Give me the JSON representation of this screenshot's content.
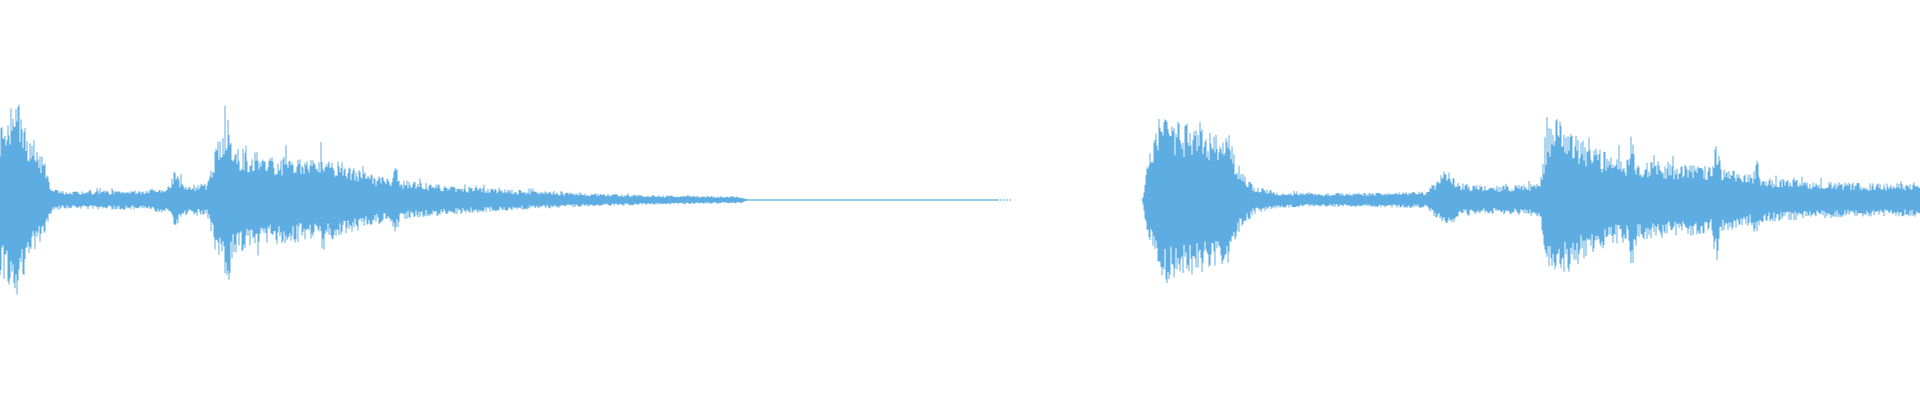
{
  "waveform": {
    "color": "#5dade2",
    "silence_color": "#5dade2",
    "segments": [
      {
        "label": "",
        "envelope": [
          [
            0,
            0.55
          ],
          [
            0.6,
            0.62
          ],
          [
            0.9,
            0.78
          ],
          [
            1.2,
            0.52
          ],
          [
            1.7,
            0.38
          ],
          [
            2.3,
            0.3
          ],
          [
            2.7,
            0.08
          ],
          [
            3.5,
            0.06
          ],
          [
            5.0,
            0.07
          ],
          [
            7.5,
            0.07
          ],
          [
            8.8,
            0.1
          ],
          [
            9.1,
            0.22
          ],
          [
            9.6,
            0.11
          ],
          [
            10.8,
            0.12
          ],
          [
            11.2,
            0.36
          ],
          [
            11.7,
            0.55
          ],
          [
            12.2,
            0.4
          ],
          [
            13.5,
            0.3
          ],
          [
            15.0,
            0.32
          ],
          [
            16.5,
            0.28
          ],
          [
            17.5,
            0.3
          ],
          [
            18.2,
            0.24
          ],
          [
            19.5,
            0.18
          ],
          [
            21.0,
            0.14
          ],
          [
            23.0,
            0.11
          ],
          [
            26.0,
            0.08
          ],
          [
            30.0,
            0.05
          ],
          [
            34.0,
            0.035
          ],
          [
            38.5,
            0.025
          ],
          [
            39.0,
            0.004
          ],
          [
            52.0,
            0.003
          ]
        ],
        "peaks": [
          [
            0.7,
            0.72
          ],
          [
            1.2,
            0.55
          ],
          [
            2.1,
            0.3
          ],
          [
            11.9,
            0.62
          ],
          [
            13.4,
            0.42
          ],
          [
            16.8,
            0.4
          ],
          [
            20.6,
            0.25
          ]
        ]
      },
      {
        "label": "",
        "envelope": [
          [
            59.5,
            0.0
          ],
          [
            59.8,
            0.3
          ],
          [
            60.3,
            0.52
          ],
          [
            61.0,
            0.58
          ],
          [
            62.5,
            0.52
          ],
          [
            64.0,
            0.45
          ],
          [
            64.6,
            0.22
          ],
          [
            65.3,
            0.1
          ],
          [
            66.5,
            0.06
          ],
          [
            68.0,
            0.05
          ],
          [
            71.0,
            0.05
          ],
          [
            74.3,
            0.06
          ],
          [
            75.3,
            0.22
          ],
          [
            76.0,
            0.12
          ],
          [
            77.8,
            0.1
          ],
          [
            80.2,
            0.12
          ],
          [
            80.6,
            0.52
          ],
          [
            81.2,
            0.58
          ],
          [
            82.5,
            0.42
          ],
          [
            84.0,
            0.32
          ],
          [
            86.0,
            0.28
          ],
          [
            88.0,
            0.26
          ],
          [
            90.0,
            0.22
          ],
          [
            92.0,
            0.16
          ],
          [
            94.0,
            0.14
          ],
          [
            97.0,
            0.12
          ],
          [
            100.0,
            0.12
          ]
        ],
        "peaks": [
          [
            60.8,
            0.6
          ],
          [
            61.8,
            0.55
          ],
          [
            80.9,
            0.62
          ],
          [
            85.0,
            0.5
          ],
          [
            89.4,
            0.48
          ],
          [
            91.5,
            0.3
          ]
        ]
      }
    ]
  }
}
